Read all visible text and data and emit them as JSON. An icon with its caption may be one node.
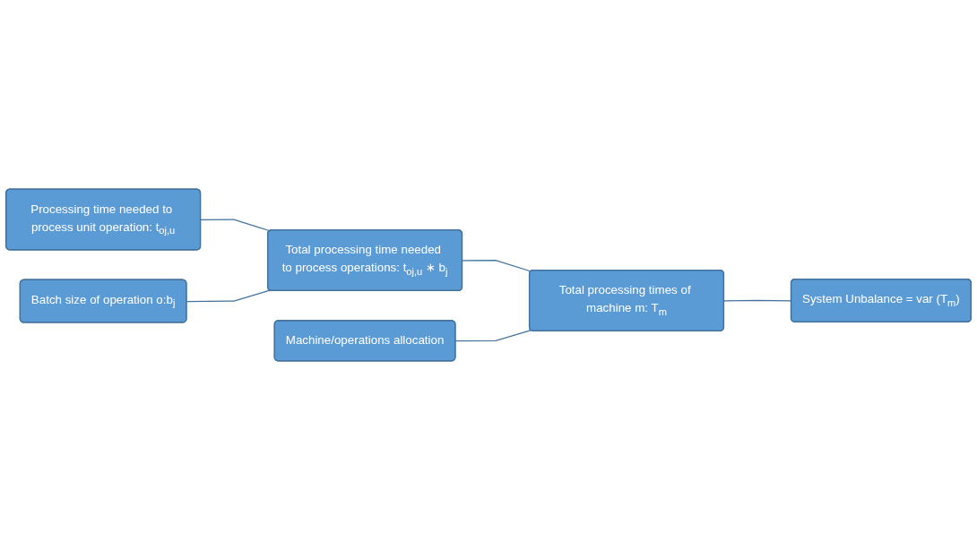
{
  "diagram": {
    "nodes": [
      {
        "text": [
          "Processing time needed to process unit operation: t$_{oj,u}$"
        ]
      },
      {
        "text": [
          "Batch size of operation o:b$_{j}$"
        ]
      },
      {
        "text": [
          "Total processing time needed to process operations: t$_{oj,u}$ ∗ b$_{j}$"
        ]
      },
      {
        "text": [
          "Machine/operations allocation"
        ]
      },
      {
        "text": [
          "Total processing times of machine m: T$_{m}$"
        ]
      },
      {
        "text": [
          "System Unbalance = var (T$_{m}$)"
        ]
      }
    ],
    "edges": [
      {
        "from": 0,
        "to": 2,
        "arrow": "none"
      },
      {
        "from": 1,
        "to": 2,
        "arrow": "none"
      },
      {
        "from": 2,
        "to": 4,
        "arrow": "none"
      },
      {
        "from": 3,
        "to": 4,
        "arrow": "none"
      },
      {
        "from": 4,
        "to": 5,
        "arrow": "none"
      }
    ]
  }
}
